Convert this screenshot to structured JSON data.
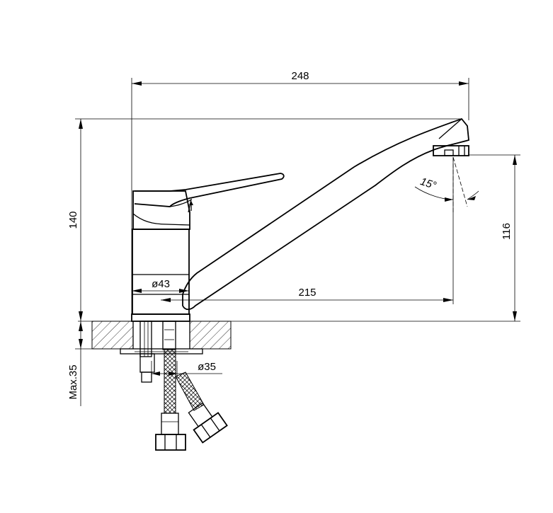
{
  "dimensions": {
    "overall_length": "248",
    "overall_height": "140",
    "spout_height": "116",
    "spout_reach": "215",
    "body_diameter": "ø43",
    "mount_diameter": "ø35",
    "max_thickness": "Max.35",
    "swivel_angle": "15°"
  }
}
